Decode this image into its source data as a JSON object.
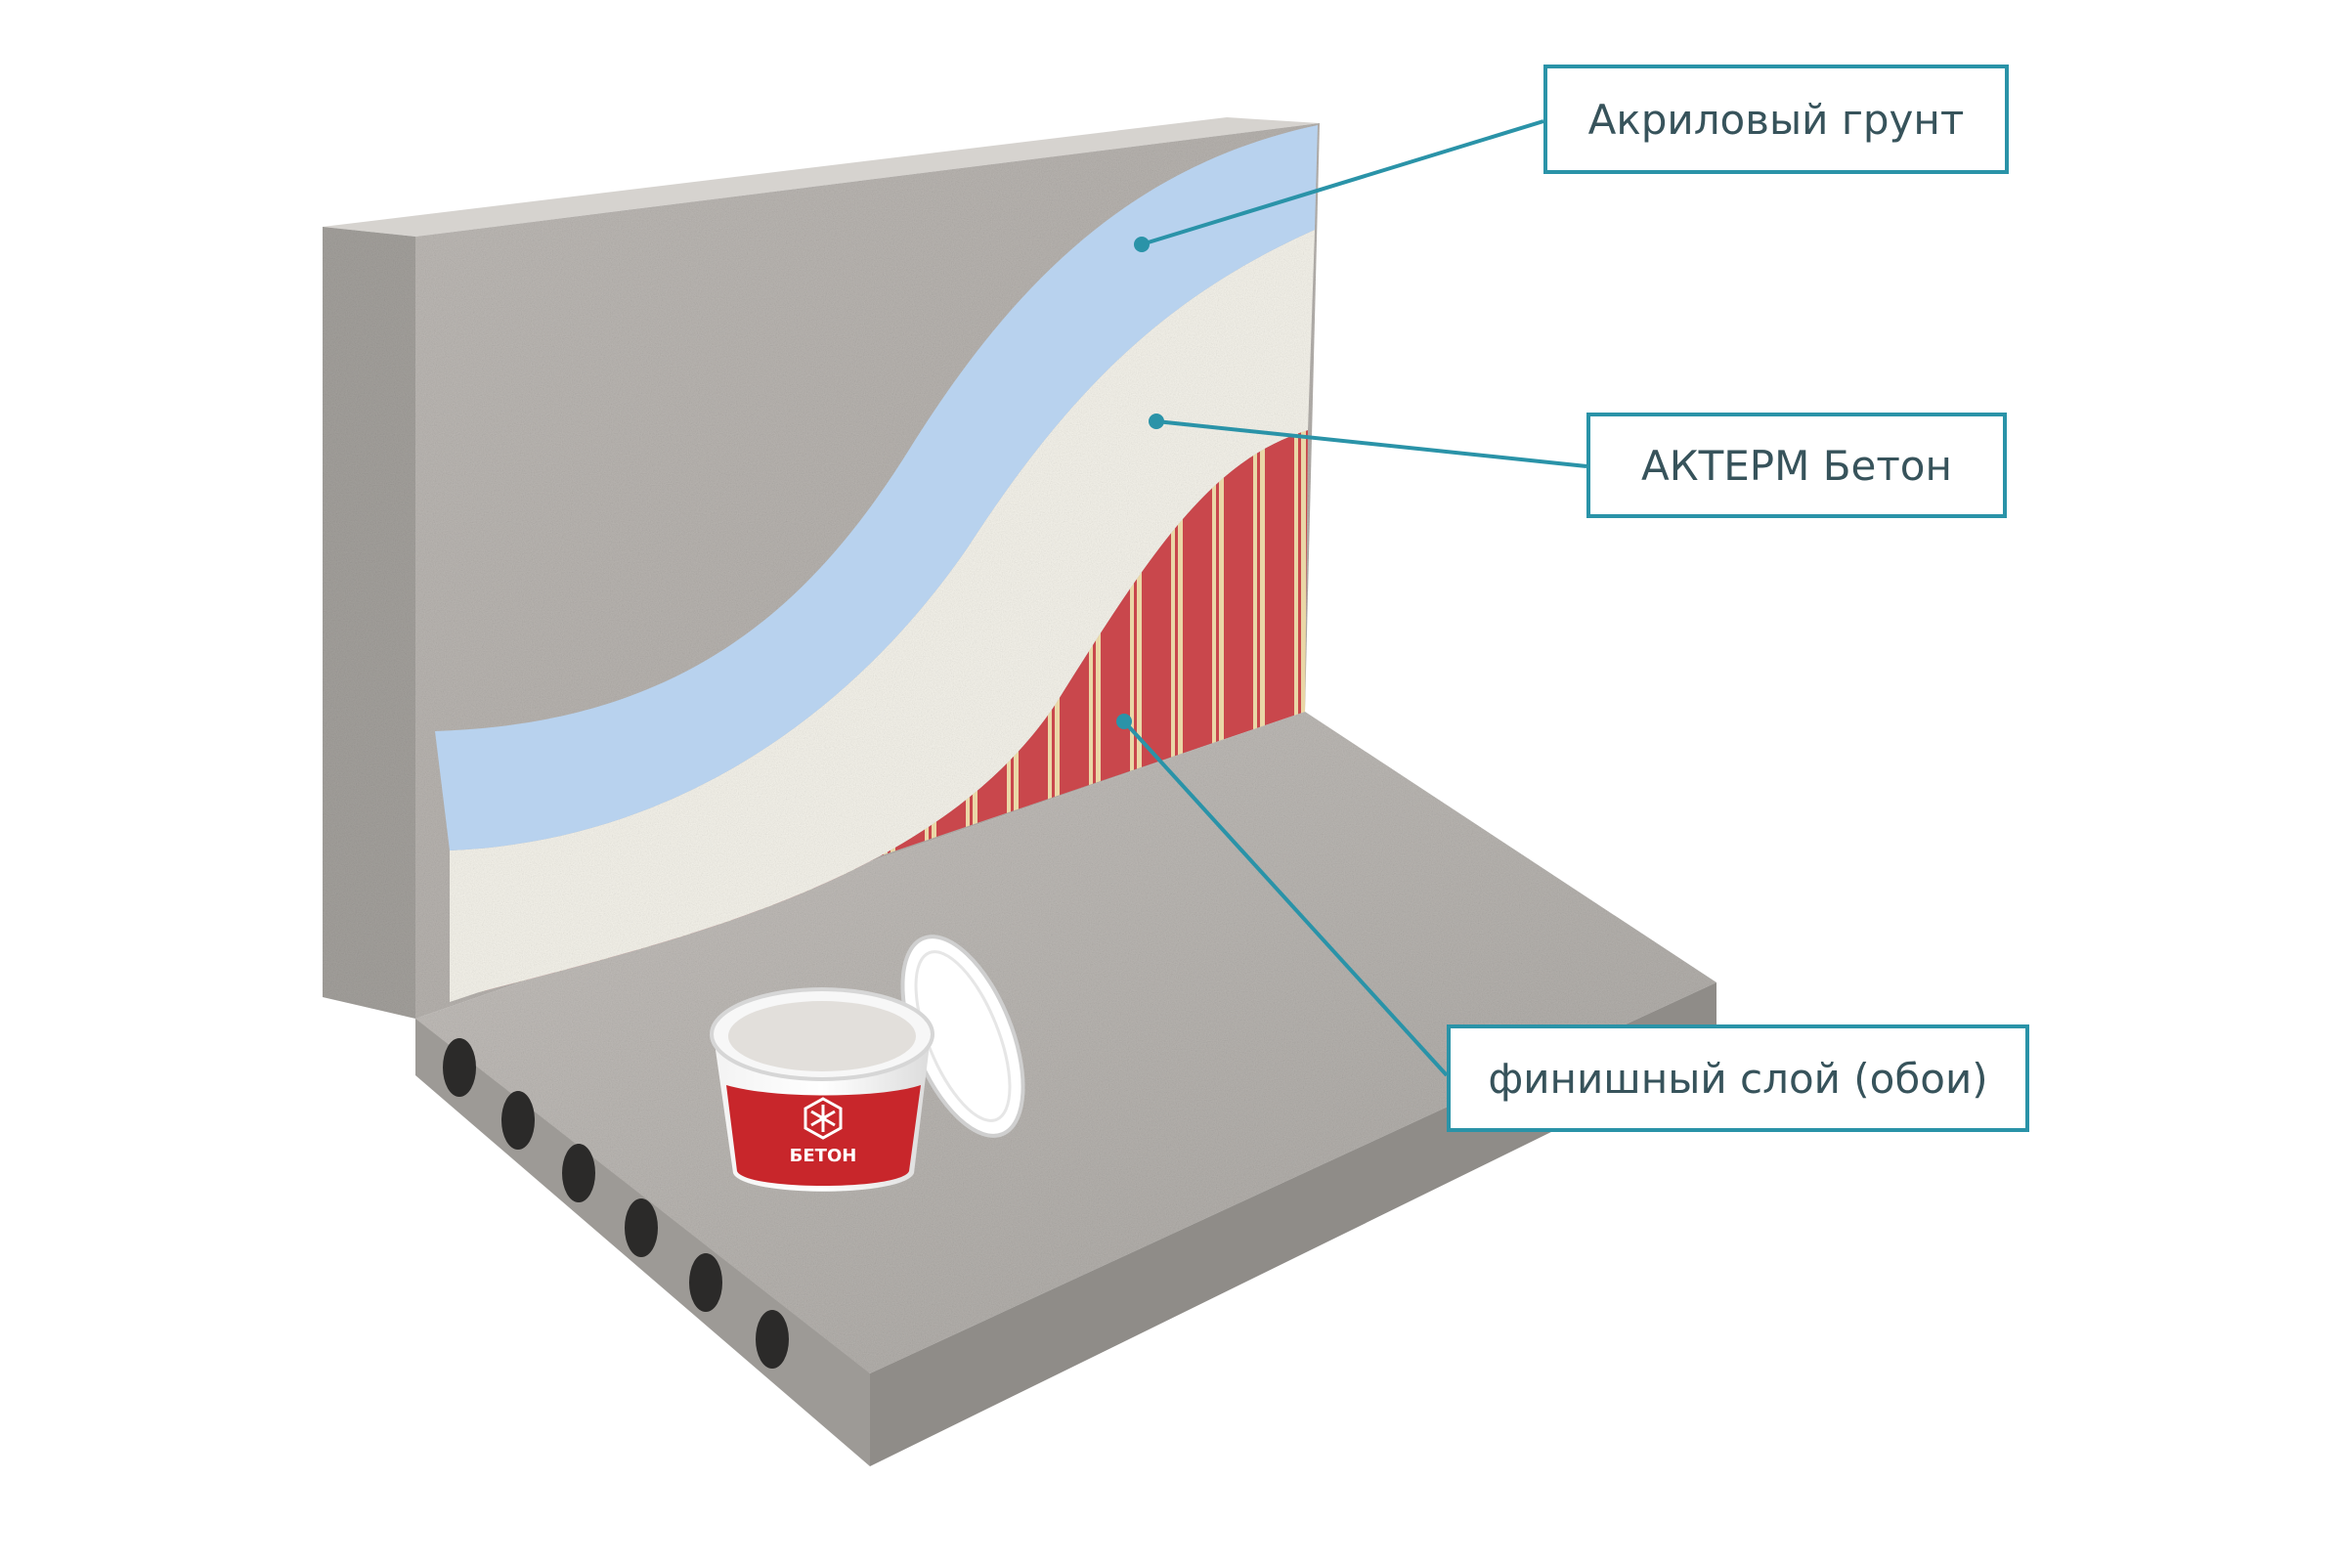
{
  "labels": {
    "primer": "Акриловый грунт",
    "akterm": "АКТЕРМ Бетон",
    "finish": "финишный слой (обои)"
  },
  "bucket": {
    "product": "БЕТОН"
  },
  "colors": {
    "accent": "#2a93a8",
    "concrete": "#b9b6b2",
    "primer_blue": "#b8d2ee",
    "akterm_white": "#f4f2ea",
    "wallpaper_red": "#c9474c",
    "wallpaper_cream": "#ead7a7",
    "bucket_red": "#c8262b"
  }
}
